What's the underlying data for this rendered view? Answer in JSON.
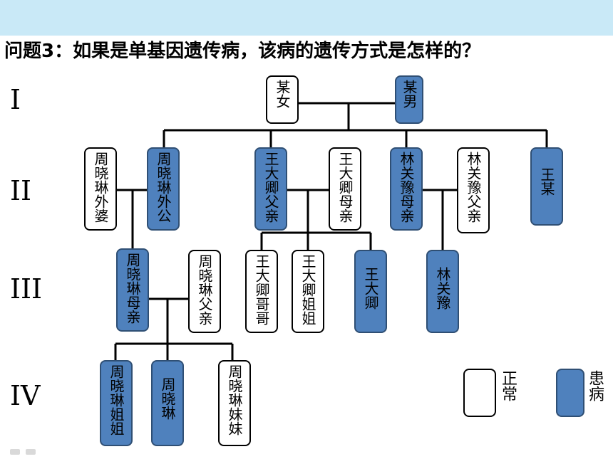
{
  "question": "问题3：如果是单基因遗传病，该病的遗传方式是怎样的？",
  "generations": [
    "I",
    "II",
    "III",
    "IV"
  ],
  "members": {
    "mou_nv": "某女",
    "mou_nan": "某男",
    "zhou_waipo": "周晓琳外婆",
    "zhou_waigong": "周晓琳外公",
    "wang_fuqin": "王大卿父亲",
    "wang_muqin": "王大卿母亲",
    "lin_muqin": "林关豫母亲",
    "lin_fuqin": "林关豫父亲",
    "wang_mou": "王某",
    "zhou_muqin": "周晓琳母亲",
    "zhou_fuqin": "周晓琳父亲",
    "wang_gege": "王大卿哥哥",
    "wang_jiejie": "王大卿姐姐",
    "wang_daqing": "王大卿",
    "lin_guanyu": "林关豫",
    "zhou_jiejie": "周晓琳姐姐",
    "zhou_xiaolin": "周晓琳",
    "zhou_meimei": "周晓琳妹妹"
  },
  "legend": {
    "normal": "正常",
    "sick": "患病"
  },
  "colors": {
    "affected": "#4f81bd",
    "normal": "#ffffff",
    "header_bar": "#c9e9f7"
  }
}
